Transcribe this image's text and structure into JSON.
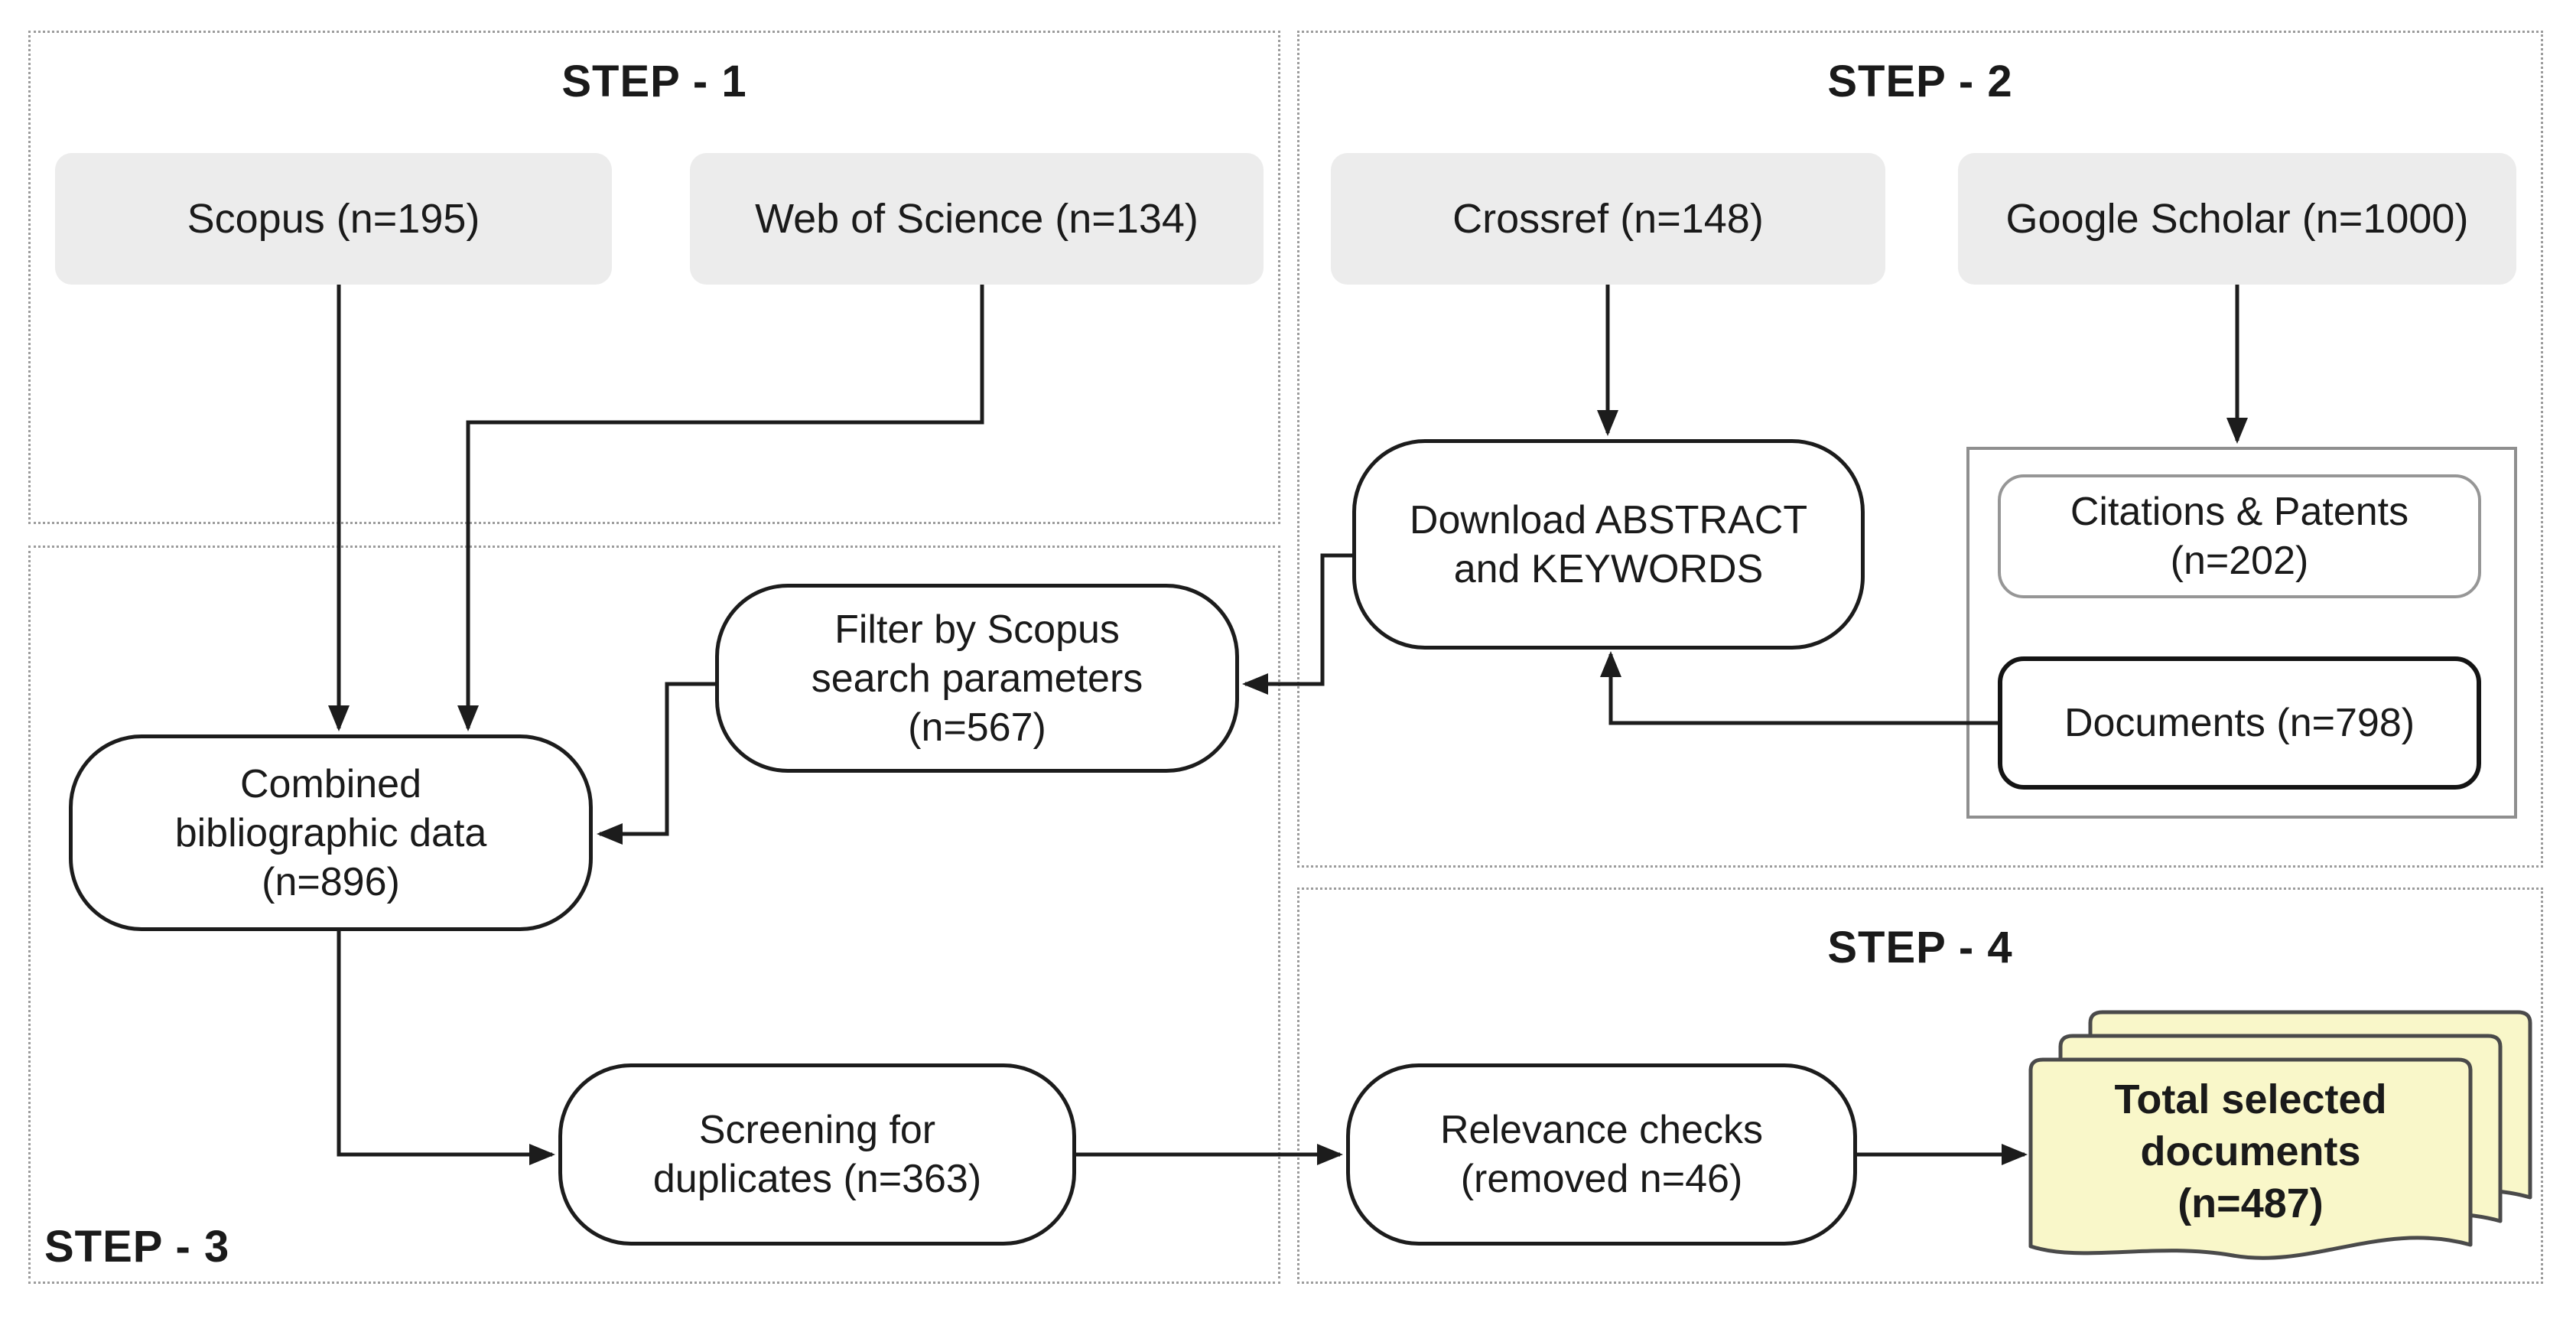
{
  "steps": [
    {
      "id": "step1",
      "label": "STEP - 1"
    },
    {
      "id": "step2",
      "label": "STEP - 2"
    },
    {
      "id": "step3",
      "label": "STEP - 3"
    },
    {
      "id": "step4",
      "label": "STEP - 4"
    }
  ],
  "nodes": {
    "scopus": {
      "label": "Scopus (n=195)",
      "count": 195
    },
    "wos": {
      "label": "Web of Science (n=134)",
      "count": 134
    },
    "crossref": {
      "label": "Crossref (n=148)",
      "count": 148
    },
    "gscholar": {
      "label": "Google Scholar (n=1000)",
      "count": 1000
    },
    "download": {
      "label": "Download ABSTRACT\nand KEYWORDS"
    },
    "filter": {
      "label": "Filter by Scopus\nsearch parameters\n(n=567)",
      "count": 567
    },
    "combined": {
      "label": "Combined\nbibliographic data\n(n=896)",
      "count": 896
    },
    "citations": {
      "label": "Citations & Patents\n(n=202)",
      "count": 202
    },
    "documents": {
      "label": "Documents (n=798)",
      "count": 798
    },
    "screening": {
      "label": "Screening for\nduplicates (n=363)",
      "count": 363
    },
    "relevance": {
      "label": "Relevance checks\n(removed n=46)",
      "removed": 46
    },
    "total": {
      "label": "Total selected\ndocuments\n(n=487)",
      "count": 487
    }
  },
  "edges": [
    {
      "from": "scopus",
      "to": "combined"
    },
    {
      "from": "wos",
      "to": "combined"
    },
    {
      "from": "crossref",
      "to": "download"
    },
    {
      "from": "gscholar",
      "to": "google-scholar-results"
    },
    {
      "from": "documents",
      "to": "download"
    },
    {
      "from": "download",
      "to": "filter"
    },
    {
      "from": "filter",
      "to": "combined"
    },
    {
      "from": "combined",
      "to": "screening"
    },
    {
      "from": "screening",
      "to": "relevance"
    },
    {
      "from": "relevance",
      "to": "total"
    }
  ],
  "colors": {
    "source_fill": "#ececec",
    "process_border": "#1c1c1c",
    "step_border": "#9c9c9c",
    "group_border": "#8f8f8f",
    "document_fill": "#f9f7c9",
    "document_border": "#4a4a4a",
    "line": "#1c1c1c",
    "text": "#1a1a1a"
  }
}
